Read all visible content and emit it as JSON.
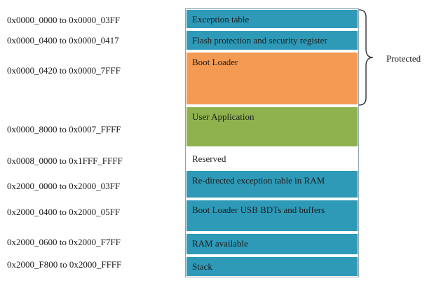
{
  "address_ranges": [
    "0x0000_0000 to 0x0000_03FF",
    "0x0000_0400 to 0x0000_0417",
    "0x0000_0420 to 0x0000_7FFF",
    "0x0000_8000 to 0x0007_FFFF",
    "0x0008_0000 to 0x1FFF_FFFF",
    "0x2000_0000 to 0x2000_03FF",
    "0x2000_0400 to 0x2000_05FF",
    "0x2000_0600 to 0x2000_F7FF",
    "0x2000_F800 to 0x2000_FFFF"
  ],
  "regions": [
    {
      "label": "Exception table",
      "color": "#2e9ab8"
    },
    {
      "label": "Flash protection and security register",
      "color": "#2e9ab8"
    },
    {
      "label": "Boot Loader",
      "color": "#f59a52"
    },
    {
      "label": "User Application",
      "color": "#8fb24e"
    },
    {
      "label": "Reserved",
      "color": "#ffffff"
    },
    {
      "label": "Re-directed exception table in RAM",
      "color": "#2e9ab8"
    },
    {
      "label": "Boot Loader USB BDTs and buffers",
      "color": "#2e9ab8"
    },
    {
      "label": "RAM available",
      "color": "#2e9ab8"
    },
    {
      "label": "Stack",
      "color": "#2e9ab8"
    }
  ],
  "protected_label": "Protected"
}
